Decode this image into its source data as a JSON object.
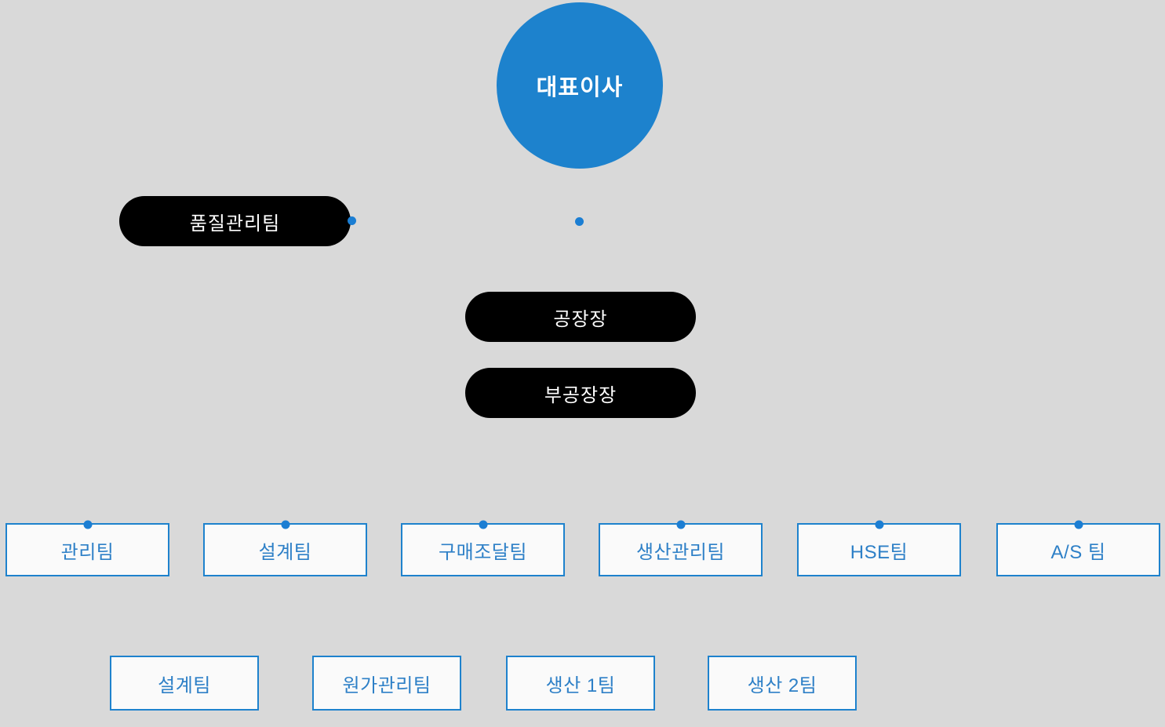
{
  "colors": {
    "background": "#d9d9d9",
    "accent_blue": "#1d82cd",
    "node_black": "#000000",
    "dot_blue": "#1b7ed3",
    "box_fill": "#fafafa",
    "box_border": "#1e82cd",
    "box_text": "#2e80c7"
  },
  "org_chart": {
    "ceo": {
      "label": "대표이사"
    },
    "staff_team": {
      "label": "품질관리팀"
    },
    "plant_manager": {
      "label": "공장장"
    },
    "deputy_plant_manager": {
      "label": "부공장장"
    },
    "departments": [
      "관리팀",
      "설계팀",
      "구매조달팀",
      "생산관리팀",
      "HSE팀",
      "A/S 팀"
    ],
    "sub_teams": [
      "설계팀",
      "원가관리팀",
      "생산 1팀",
      "생산 2팀"
    ]
  }
}
